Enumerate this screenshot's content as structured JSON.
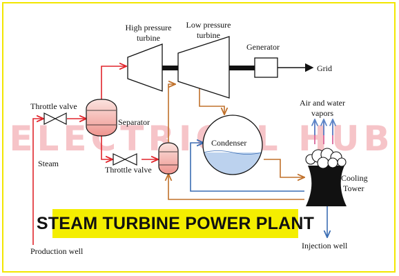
{
  "watermark": "ELECTRICAL HUB",
  "banner_title": "STEAM TURBINE POWER PLANT",
  "labels": {
    "high_pressure_turbine": [
      "High pressure",
      "turbine"
    ],
    "low_pressure_turbine": [
      "Low pressure",
      "turbine"
    ],
    "generator": "Generator",
    "grid": "Grid",
    "throttle_valve_1": "Throttle valve",
    "separator": "Separator",
    "air_water_vapors": [
      "Air and water",
      "vapors"
    ],
    "steam": "Steam",
    "condenser": "Condenser",
    "throttle_valve_2": "Throttle valve",
    "cooling_tower": [
      "Cooling",
      "Tower"
    ],
    "production_well": "Production well",
    "injection_well": "Injection well"
  },
  "colors": {
    "steam_line": "#e0242b",
    "condensate_line": "#c0702a",
    "cooling_line": "#3a6db3",
    "vapor_arrows_blue": "#5b85c8",
    "vapor_arrows_pink": "#d8649a",
    "vessel_fill": "#f2a8a4",
    "condenser_water": "#bcd2ee",
    "banner": "#f4ee00",
    "frame": "#f2e600"
  }
}
